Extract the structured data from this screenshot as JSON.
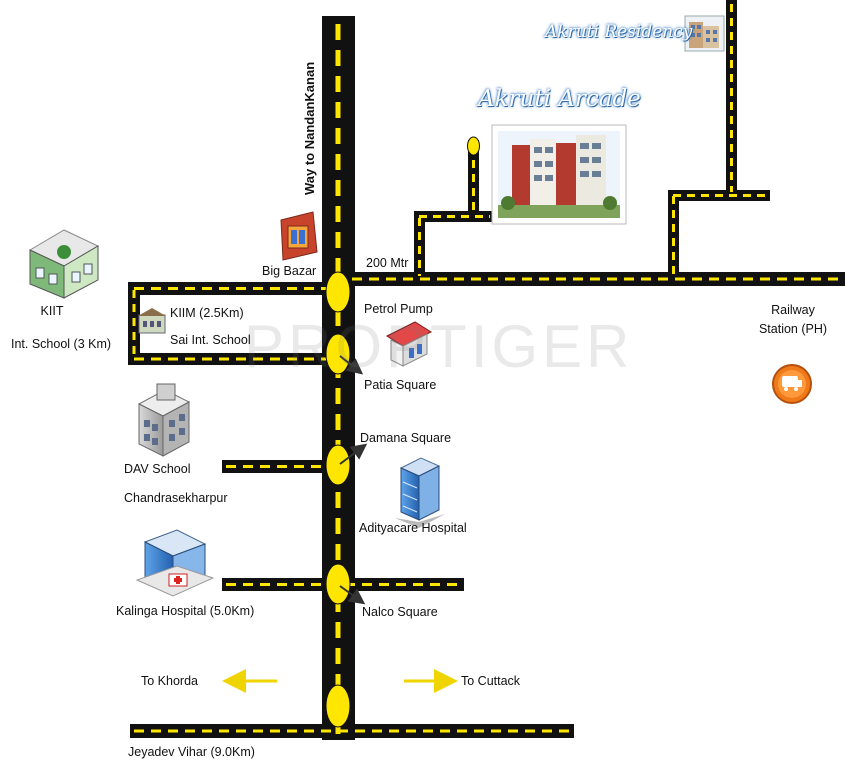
{
  "colors": {
    "road": "#111111",
    "dash": "#ffe600",
    "marker": "#ffe600",
    "arrow": "#333333",
    "direction_arrow": "#f0d400"
  },
  "labels": {
    "way_to_nandankanan": "Way to NandanKanan",
    "akruti_residency": "Akruti Residency",
    "akruti_arcade": "Akruti Arcade",
    "big_bazar": "Big Bazar",
    "mtr_200": "200 Mtr",
    "petrol_pump": "Petrol Pump",
    "kiit": "KIIT",
    "kiit_school": "Int. School (3 Km)",
    "kiim": "KIIM (2.5Km)",
    "sai_school": "Sai Int. School",
    "railway": "Railway",
    "railway_station": "Station (PH)",
    "patia_square": "Patia Square",
    "dav_school": "DAV School",
    "chandrasekharpur": "Chandrasekharpur",
    "damana_square": "Damana Square",
    "adityacare_hospital": "Adityacare Hospital",
    "kalinga_hospital": "Kalinga Hospital (5.0Km)",
    "nalco_square": "Nalco Square",
    "to_khorda": "To Khorda",
    "to_cuttack": "To Cuttack",
    "jeyadev_vihar": "Jeyadev Vihar (9.0Km)",
    "watermark": "PROPTIGER"
  },
  "icons": [
    "kiit-building-icon",
    "big-bazar-store-icon",
    "kiim-building-icon",
    "petrol-pump-icon",
    "dav-school-building-icon",
    "hospital-building-icon",
    "kalinga-hospital-icon",
    "railway-train-icon",
    "akruti-residency-photo",
    "akruti-arcade-photo"
  ]
}
